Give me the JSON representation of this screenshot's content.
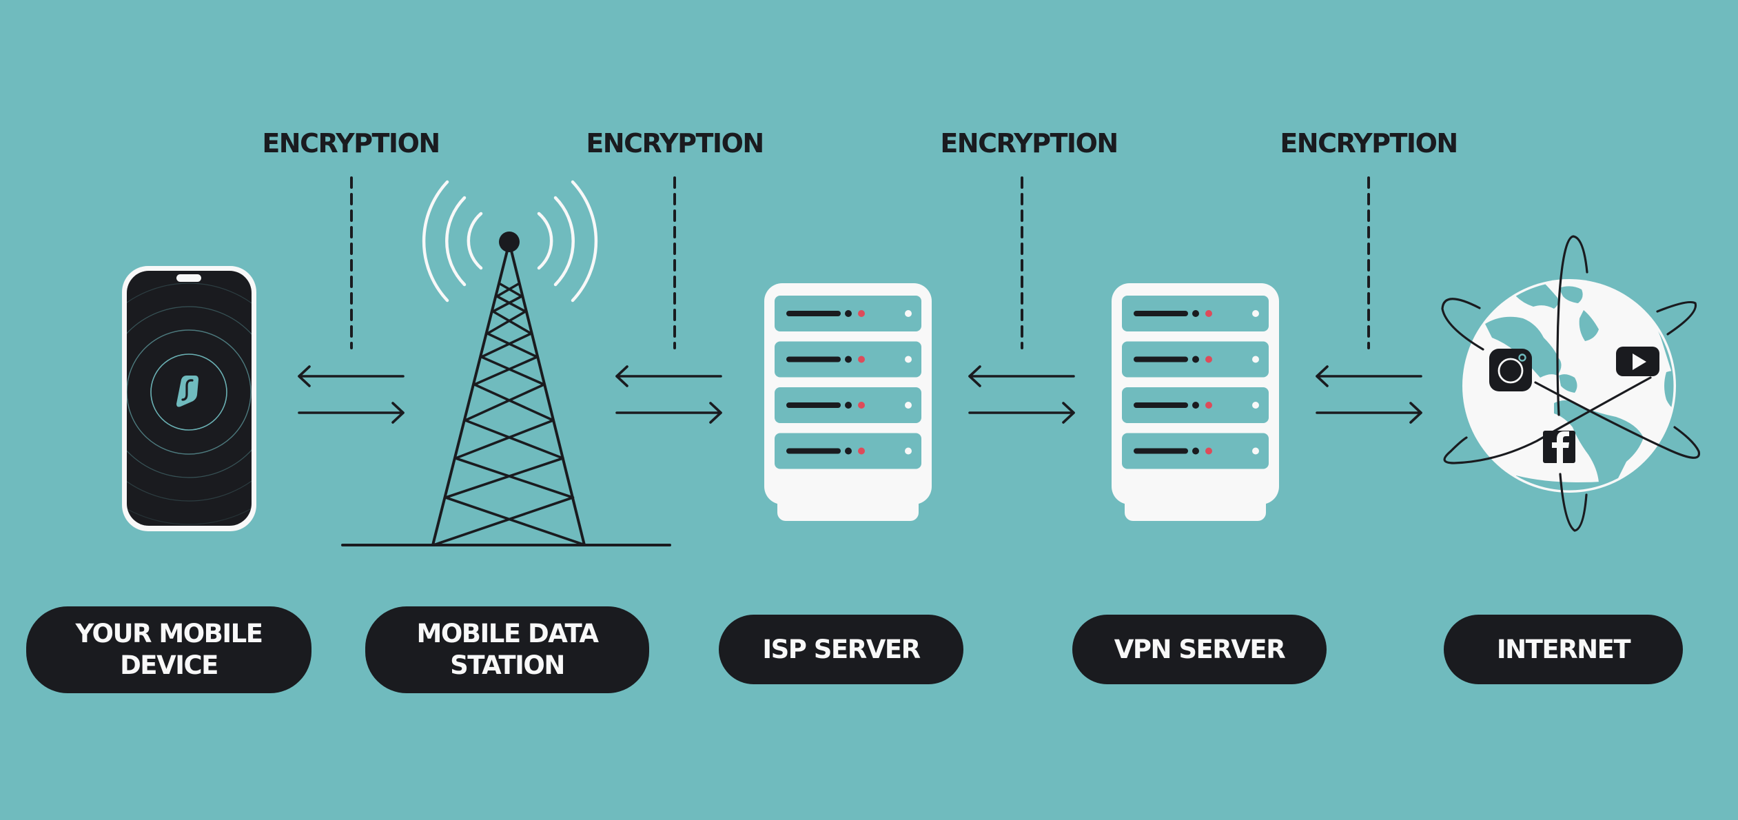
{
  "diagram": {
    "title": "Mobile VPN data flow",
    "colors": {
      "background": "#70bbbe",
      "dark": "#1a1b1f",
      "light": "#f8f8f8",
      "accent_red": "#de4b5a",
      "accent_teal": "#70bbbe"
    },
    "encryption_labels": [
      {
        "text": "ENCRYPTION"
      },
      {
        "text": "ENCRYPTION"
      },
      {
        "text": "ENCRYPTION"
      },
      {
        "text": "ENCRYPTION"
      }
    ],
    "nodes": [
      {
        "id": "mobile-device",
        "label": "YOUR MOBILE\nDEVICE",
        "icon": "smartphone-icon"
      },
      {
        "id": "mobile-data-station",
        "label": "MOBILE DATA\nSTATION",
        "icon": "cell-tower-icon"
      },
      {
        "id": "isp-server",
        "label": "ISP SERVER",
        "icon": "server-rack-icon"
      },
      {
        "id": "vpn-server",
        "label": "VPN SERVER",
        "icon": "server-rack-icon"
      },
      {
        "id": "internet",
        "label": "INTERNET",
        "icon": "globe-icon"
      }
    ],
    "connections": [
      {
        "from": "mobile-device",
        "to": "mobile-data-station",
        "bidirectional": true,
        "label_index": 0
      },
      {
        "from": "mobile-data-station",
        "to": "isp-server",
        "bidirectional": true,
        "label_index": 1
      },
      {
        "from": "isp-server",
        "to": "vpn-server",
        "bidirectional": true,
        "label_index": 2
      },
      {
        "from": "vpn-server",
        "to": "internet",
        "bidirectional": true,
        "label_index": 3
      }
    ],
    "phone_app_icon": "surfshark-logo-icon",
    "globe_icons": [
      "instagram-icon",
      "youtube-icon",
      "facebook-icon"
    ],
    "server_slots": 4
  }
}
